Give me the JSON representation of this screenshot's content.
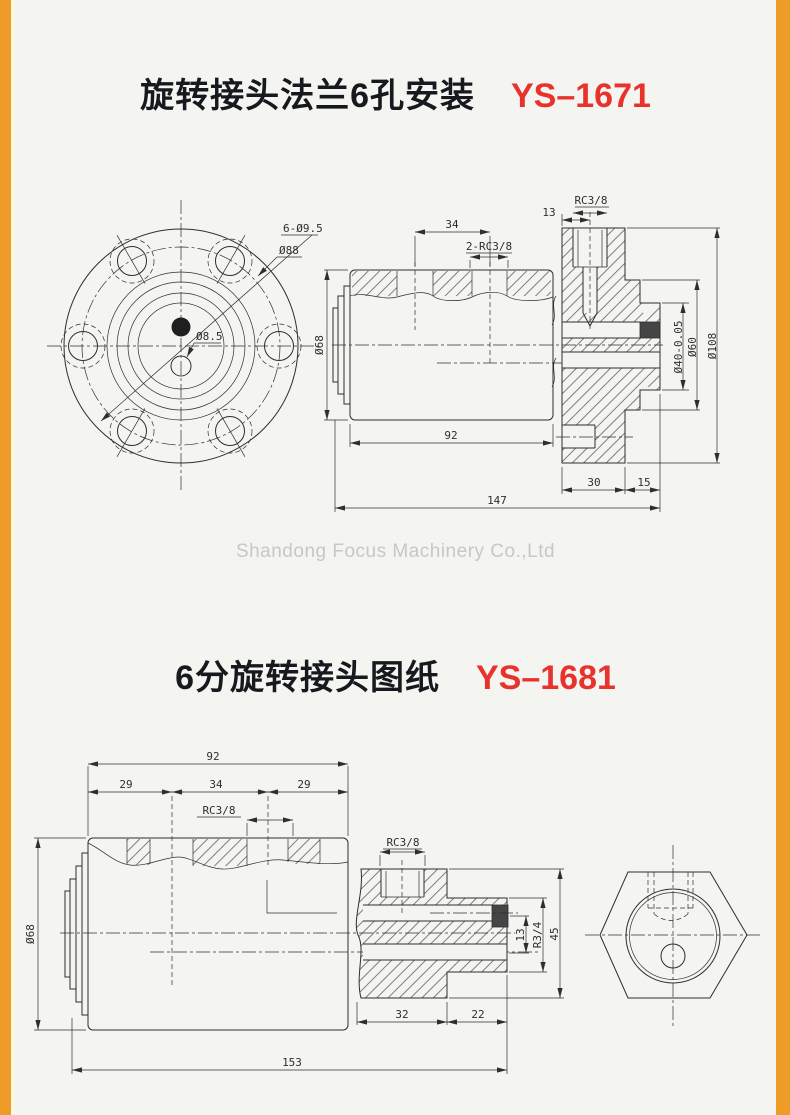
{
  "page": {
    "bg": "#F4F4F1",
    "accent_orange": "#ED9C27",
    "cream_stripe": "#FBF7E1",
    "accent_red": "#E8332D",
    "line_color": "#2E2E2E"
  },
  "watermark": {
    "company": "Shandong Focus Machinery Co.,Ltd"
  },
  "drawing1": {
    "title": "旋转接头法兰6孔安装",
    "model": "YS–1671",
    "labels": {
      "bolt_holes": "6-Ø9.5",
      "bolt_circle": "Ø88",
      "center_hole": "Ø8.5",
      "port_spacing": "34",
      "ports": "2-RC3/8",
      "body_diameter": "Ø68",
      "body_length": "92",
      "overall_length": "147",
      "flange_port": "RC3/8",
      "port_offset": "13",
      "bore": "Ø40-0.05",
      "hub_diameter": "Ø60",
      "flange_diameter": "Ø108",
      "hub_length": "30",
      "spigot_length": "15"
    }
  },
  "drawing2": {
    "title": "6分旋转接头图纸",
    "model": "YS–1681",
    "labels": {
      "body_length": "92",
      "seg_left": "29",
      "seg_mid": "34",
      "seg_right": "29",
      "top_port": "RC3/8",
      "body_diameter": "Ø68",
      "overall_length": "153",
      "nipple_port": "RC3/8",
      "bore_offset": "13",
      "thread": "R3/4",
      "nipple_height": "45",
      "nipple_len1": "32",
      "nipple_len2": "22"
    }
  }
}
